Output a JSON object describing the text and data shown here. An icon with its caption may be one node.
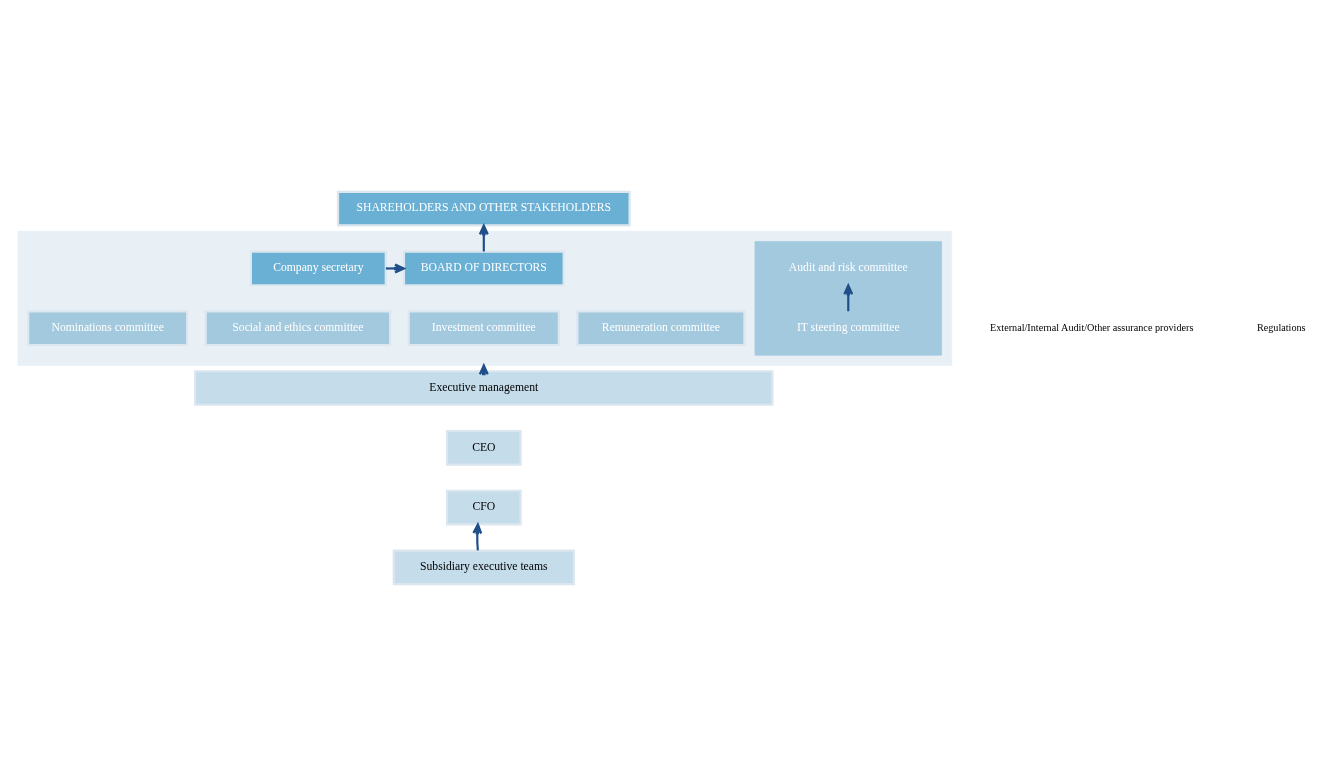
{
  "diagram": {
    "nodes": [
      {
        "text": [
          "SHAREHOLDERS AND OTHER STAKEHOLDERS"
        ]
      },
      {
        "text": [],
        "shape": "box"
      },
      {
        "text": [
          "BOARD OF DIRECTORS"
        ],
        "in": 1
      },
      {
        "text": [
          "Company secretary"
        ],
        "in": 1
      },
      {
        "text": [],
        "shape": "box",
        "in": 1
      },
      {
        "text": [
          "Audit and risk committee"
        ],
        "in": 4
      },
      {
        "text": [
          "IT steering committee"
        ],
        "in": 4
      },
      {
        "text": [
          "Remuneration committee"
        ],
        "in": 1
      },
      {
        "text": [
          "Investment committee"
        ],
        "in": 1
      },
      {
        "text": [
          "Social and ethics committee"
        ],
        "in": 1
      },
      {
        "text": [
          "Nominations committee"
        ],
        "in": 1
      },
      {
        "text": [
          "Executive management"
        ]
      },
      {
        "text": [
          "CEO"
        ]
      },
      {
        "text": [
          "CFO"
        ]
      },
      {
        "text": [
          "Subsidiary executive teams"
        ]
      }
    ],
    "edges": [
      {
        "from": 2,
        "to": 0,
        "arrow": "to"
      },
      {
        "from": 3,
        "to": 2,
        "arrow": "to"
      },
      {
        "from": 6,
        "to": 5,
        "arrow": "to"
      },
      {
        "from": 11,
        "to": 1,
        "arrow": "to"
      },
      {
        "from": 14,
        "to": 13,
        "arrow": "to"
      }
    ],
    "labels": [
      "External/Internal Audit/Other assurance providers",
      "Regulations"
    ]
  }
}
